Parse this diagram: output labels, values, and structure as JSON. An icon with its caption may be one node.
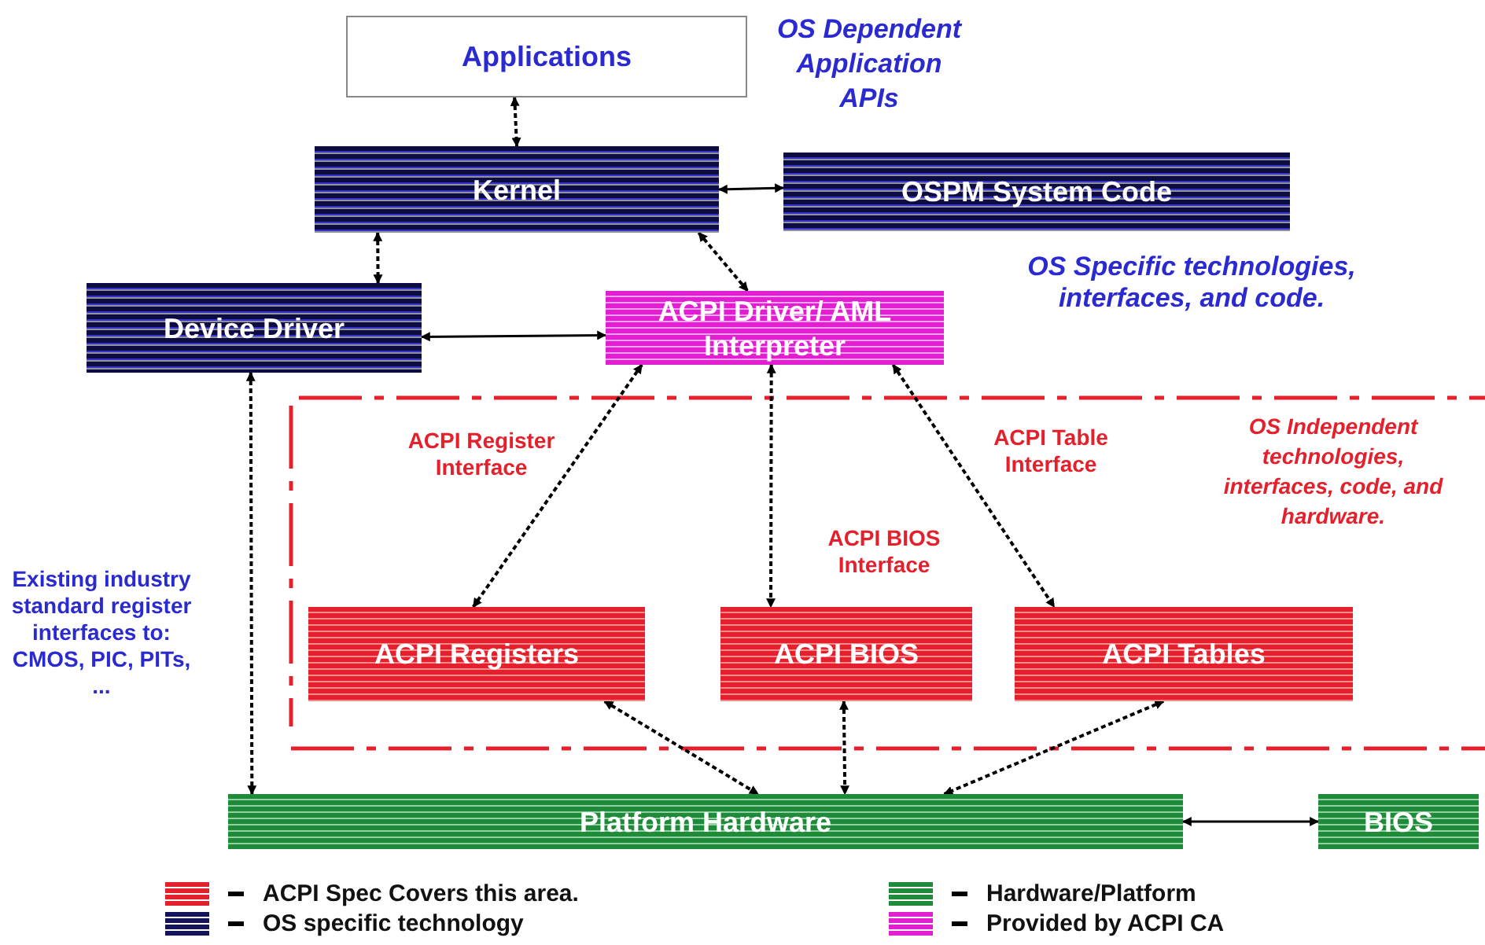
{
  "diagram": {
    "nodes": [
      {
        "text": [
          "Applications"
        ]
      },
      {
        "text": [
          "Kernel"
        ]
      },
      {
        "text": [
          "OSPM System Code"
        ]
      },
      {
        "text": [
          "Device Driver"
        ]
      },
      {
        "text": [
          "ACPI Driver/ AML Interpreter"
        ]
      },
      {
        "text": [
          "ACPI Registers"
        ]
      },
      {
        "text": [
          "ACPI BIOS"
        ]
      },
      {
        "text": [
          "ACPI Tables"
        ]
      },
      {
        "text": [
          "Platform Hardware"
        ]
      },
      {
        "text": [
          "BIOS"
        ]
      }
    ],
    "edges": [
      {
        "from": 0,
        "to": 1,
        "arrow": "both",
        "style": "dashed"
      },
      {
        "from": 1,
        "to": 2,
        "arrow": "both"
      },
      {
        "from": 1,
        "to": 3,
        "arrow": "both",
        "style": "dashed"
      },
      {
        "from": 1,
        "to": 4,
        "arrow": "both",
        "style": "dashed"
      },
      {
        "from": 3,
        "to": 4,
        "arrow": "both"
      },
      {
        "from": 4,
        "to": 5,
        "arrow": "both",
        "style": "dashed",
        "label": "ACPI Register Interface"
      },
      {
        "from": 4,
        "to": 6,
        "arrow": "both",
        "style": "dashed",
        "label": "ACPI BIOS Interface"
      },
      {
        "from": 4,
        "to": 7,
        "arrow": "both",
        "style": "dashed",
        "label": "ACPI Table Interface"
      },
      {
        "from": 5,
        "to": 8,
        "arrow": "both",
        "style": "dashed"
      },
      {
        "from": 6,
        "to": 8,
        "arrow": "both",
        "style": "dashed"
      },
      {
        "from": 7,
        "to": 8,
        "arrow": "both",
        "style": "dashed"
      },
      {
        "from": 3,
        "to": 8,
        "arrow": "both",
        "style": "dashed"
      },
      {
        "from": 8,
        "to": 9,
        "arrow": "both"
      }
    ],
    "labels": [
      "OS Dependent Application APIs",
      "OS Specific technologies, interfaces, and code.",
      "OS Independent technologies, interfaces, code, and hardware.",
      "Existing industry standard register interfaces to: CMOS, PIC, PITs, ..."
    ],
    "legend": [
      {
        "text": "ACPI Spec Covers this area.",
        "color": "#e4202c"
      },
      {
        "text": "OS specific technology",
        "color": "#14145a"
      },
      {
        "text": "Hardware/Platform",
        "color": "#1e8a3a"
      },
      {
        "text": "Provided by ACPI CA",
        "color": "#e020d0"
      }
    ]
  }
}
